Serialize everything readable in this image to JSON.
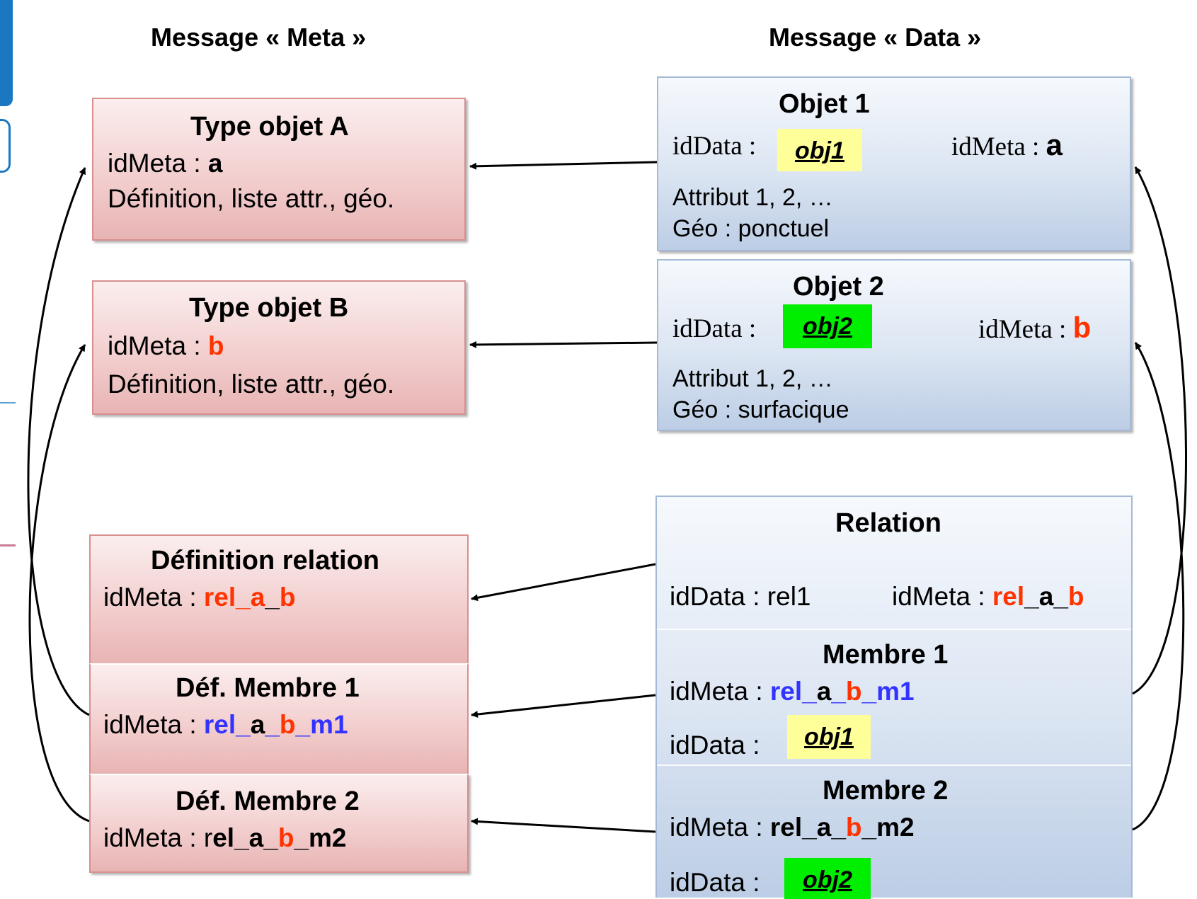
{
  "titles": {
    "meta": "Message « Meta »",
    "data": "Message « Data »"
  },
  "meta_boxes": {
    "type_a": {
      "title": "Type objet A",
      "id_label": "idMeta : ",
      "id_value": "a",
      "definition": "Définition, liste attr., géo."
    },
    "type_b": {
      "title": "Type objet B",
      "id_label": "idMeta : ",
      "id_value": "b",
      "definition": "Définition, liste attr., géo."
    },
    "relation_def": {
      "title": "Définition relation",
      "id_label": "idMeta : ",
      "id_value_1": "rel_a",
      "id_value_2": "_",
      "id_value_3": "b"
    },
    "member1_def": {
      "title": "Déf. Membre 1",
      "id_label": "idMeta : ",
      "id_value_1": "rel_",
      "id_value_2": "a",
      "id_value_3": "_",
      "id_value_4": "b",
      "id_value_5": "_m1"
    },
    "member2_def": {
      "title": "Déf. Membre 2",
      "id_label": "idMeta : r",
      "id_value_1": "el_a_",
      "id_value_2": "b",
      "id_value_3": "_m2"
    }
  },
  "data_boxes": {
    "object1": {
      "title": "Objet 1",
      "id_data_label": "idData :",
      "id_data_value": "obj1",
      "id_meta_label": "idMeta : ",
      "id_meta_value": "a",
      "attributes": "Attribut 1, 2, …",
      "geo": "Géo : ponctuel"
    },
    "object2": {
      "title": "Objet 2",
      "id_data_label": "idData :",
      "id_data_value": "obj2",
      "id_meta_label": "idMeta : ",
      "id_meta_value": "b",
      "attributes": "Attribut 1, 2, …",
      "geo": "Géo : surfacique"
    },
    "relation": {
      "title": "Relation",
      "id_data_text": "idData : rel1",
      "id_meta_label": "idMeta : ",
      "id_meta_value_1": "rel",
      "id_meta_value_2": "_a_",
      "id_meta_value_3": "b"
    },
    "member1": {
      "title": "Membre 1",
      "id_meta_label": "idMeta : ",
      "id_meta_value_1": "rel_",
      "id_meta_value_2": "a",
      "id_meta_value_3": "_",
      "id_meta_value_4": "b",
      "id_meta_value_5": "_m1",
      "id_data_label": "idData :",
      "id_data_value": "obj1"
    },
    "member2": {
      "title": "Membre 2",
      "id_meta_label": "idMeta : ",
      "id_meta_value_1": "rel_a_",
      "id_meta_value_2": "b",
      "id_meta_value_3": "_m2",
      "id_data_label": "idData :",
      "id_data_value": "obj2"
    }
  },
  "colors": {
    "highlight_red": "#ff3300",
    "highlight_blue": "#3333ff",
    "tag_yellow": "#ffff99",
    "tag_green": "#00ee00",
    "meta_fill": "#f2cccc",
    "data_fill": "#dbe5f2"
  }
}
